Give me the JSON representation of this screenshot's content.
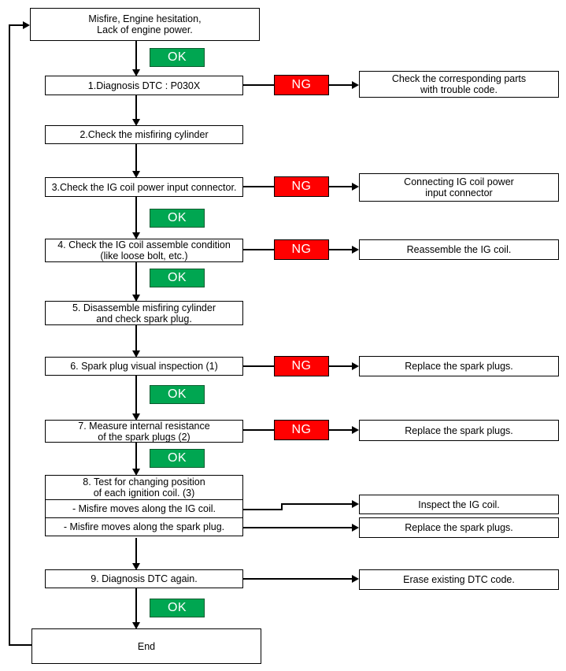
{
  "colors": {
    "ok_green": "#00a651",
    "ng_red": "#ff0000",
    "line_black": "#000000",
    "box_background": "#ffffff",
    "text": "#000000"
  },
  "badges": {
    "ok": "OK",
    "ng": "NG"
  },
  "nodes": {
    "start": "Misfire, Engine hesitation,\nLack of engine power.",
    "step1": "1.Diagnosis DTC : P030X",
    "step2": "2.Check the misfiring cylinder",
    "step3": "3.Check the IG coil power input connector.",
    "step4": "4. Check the IG coil assemble condition\n(like loose bolt, etc.)",
    "step5": "5. Disassemble misfiring cylinder\nand check spark plug.",
    "step6": "6. Spark plug visual inspection (1)",
    "step7": "7. Measure internal resistance\nof the spark plugs (2)",
    "step8": "8. Test for changing position\nof each ignition coil. (3)",
    "step8_case_coil": "- Misfire moves along the IG coil.",
    "step8_case_plug": "- Misfire moves along the spark plug.",
    "step9": "9. Diagnosis DTC again.",
    "end": "End"
  },
  "actions": {
    "check_parts": "Check the corresponding parts\nwith trouble code.",
    "connect_power": "Connecting IG coil power\ninput connector",
    "reassemble_coil": "Reassemble the IG coil.",
    "replace_plugs_visual": "Replace the spark plugs.",
    "replace_plugs_resistance": "Replace the spark plugs.",
    "inspect_coil": "Inspect the IG coil.",
    "replace_plugs_position": "Replace the spark plugs.",
    "erase_dtc": "Erase existing DTC code."
  }
}
